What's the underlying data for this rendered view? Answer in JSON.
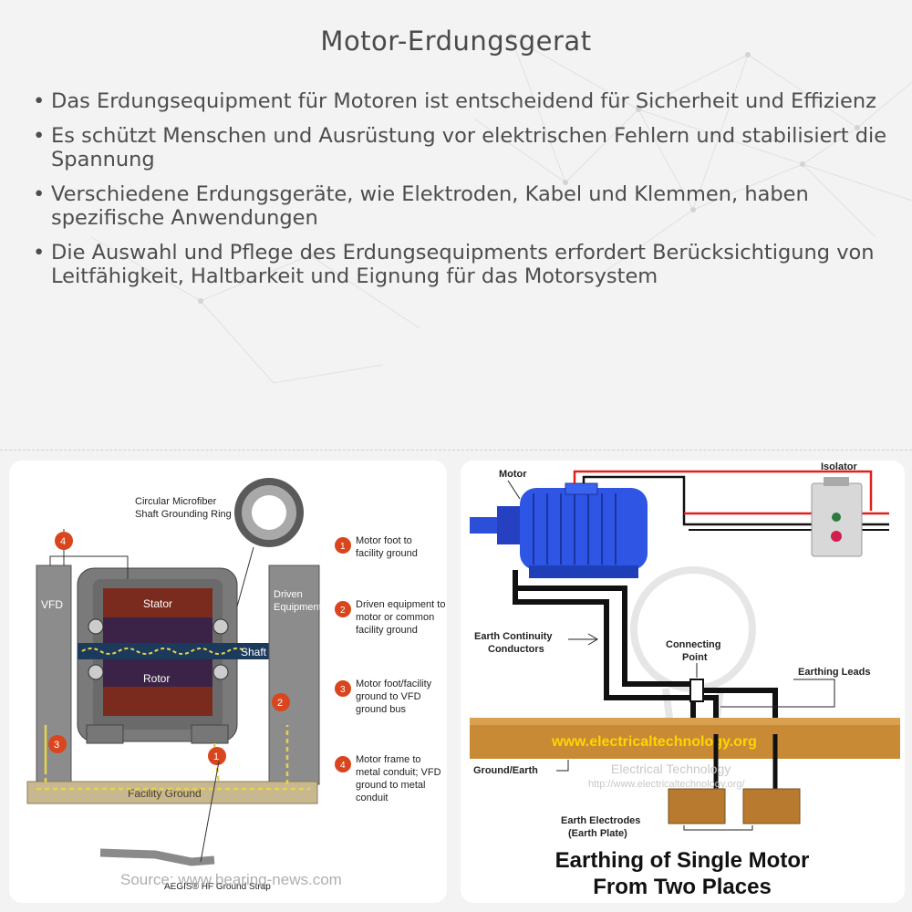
{
  "header": {
    "title": "Motor-Erdungsgerat"
  },
  "bullets": [
    "Das Erdungsequipment für Motoren ist entscheidend für Sicherheit und Effizienz",
    "Es schützt Menschen und Ausrüstung vor elektrischen Fehlern und stabilisiert die Spannung",
    "Verschiedene Erdungsgeräte, wie Elektroden, Kabel und Klemmen, haben spezifische Anwendungen",
    "Die Auswahl und Pflege des Erdungsequipments erfordert Berücksichtigung von Leitfähigkeit, Haltbarkeit und Eignung für das Motorsystem"
  ],
  "left_diagram": {
    "ring_label_1": "Circular Microfiber",
    "ring_label_2": "Shaft Grounding Ring",
    "vfd": "VFD",
    "stator": "Stator",
    "rotor": "Rotor",
    "shaft": "Shaft",
    "driven_1": "Driven",
    "driven_2": "Equipment",
    "facility_ground": "Facility Ground",
    "strap_label": "AEGIS® HF Ground Strap",
    "source": "Source: www.bearing-news.com",
    "legend": [
      {
        "num": "1",
        "lines": [
          "Motor foot to",
          "facility ground"
        ]
      },
      {
        "num": "2",
        "lines": [
          "Driven equipment to",
          "motor or common",
          "facility ground"
        ]
      },
      {
        "num": "3",
        "lines": [
          "Motor foot/facility",
          "ground to VFD",
          "ground bus"
        ]
      },
      {
        "num": "4",
        "lines": [
          "Motor frame to",
          "metal conduit; VFD",
          "ground to metal",
          "conduit"
        ]
      }
    ],
    "markers": [
      "4",
      "3",
      "2",
      "1"
    ]
  },
  "right_diagram": {
    "motor": "Motor",
    "isolator": "Isolator",
    "ecc_1": "Earth Continuity",
    "ecc_2": "Conductors",
    "cp_1": "Connecting",
    "cp_2": "Point",
    "earthing_leads": "Earthing Leads",
    "watermark_url": "www.electricaltechnology.org",
    "ground": "Ground/Earth",
    "wm_name": "Electrical Technology",
    "wm_url": "http://www.electricaltechnology.org/",
    "electrodes_1": "Earth Electrodes",
    "electrodes_2": "(Earth Plate)",
    "caption_1": "Earthing of Single Motor",
    "caption_2": "From Two Places"
  }
}
